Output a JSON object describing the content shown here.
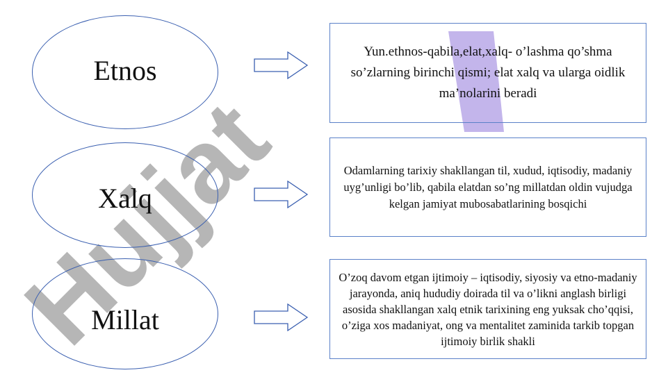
{
  "watermark": {
    "text": "Hujjat",
    "color": "#b3b3b3",
    "accent": "#b8a8e8"
  },
  "rows": [
    {
      "term": "Etnos",
      "definition": "Yun.ethnos-qabila,elat,xalq- o’lashma qo’shma so’zlarning birinchi qismi; elat xalq va ularga oidlik ma’nolarini beradi"
    },
    {
      "term": "Xalq",
      "definition": "Odamlarning tarixiy shakllangan til, xudud, iqtisodiy, madaniy uyg’unligi bo’lib, qabila elatdan so’ng millatdan oldin vujudga kelgan jamiyat mubosabatlarining bosqichi"
    },
    {
      "term": "Millat",
      "definition": "O’zoq davom etgan ijtimoiy – iqtisodiy, siyosiy va etno-madaniy jarayonda, aniq hududiy doirada til va o’likni anglash birligi asosida shakllangan xalq etnik tarixining eng yuksak cho’qqisi, o’ziga xos madaniyat, ong va mentalitet zaminida tarkib topgan ijtimoiy birlik shakli"
    }
  ],
  "colors": {
    "ellipse_border": "#3a5fb0",
    "box_border": "#5a80c8",
    "arrow_border": "#3a5fb0"
  }
}
